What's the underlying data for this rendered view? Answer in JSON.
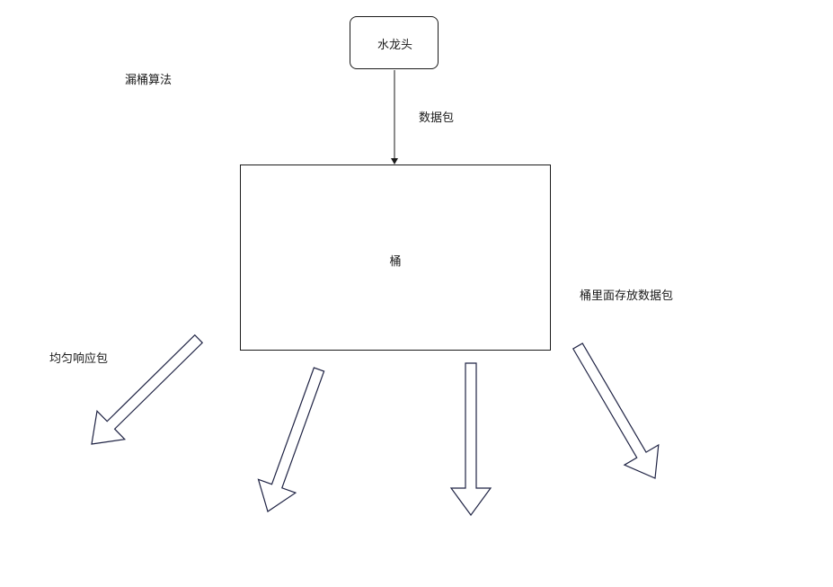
{
  "diagram": {
    "title": "漏桶算法",
    "faucet": {
      "label": "水龙头"
    },
    "flow": {
      "label": "数据包"
    },
    "bucket": {
      "label": "桶",
      "note": "桶里面存放数据包"
    },
    "output": {
      "label": "均匀响应包"
    }
  },
  "colors": {
    "stroke": "#1a1a1a",
    "arrow_outline": "#1f2344",
    "background": "#ffffff"
  },
  "icons": [
    "down-arrow-icon",
    "hollow-arrow-icon"
  ]
}
